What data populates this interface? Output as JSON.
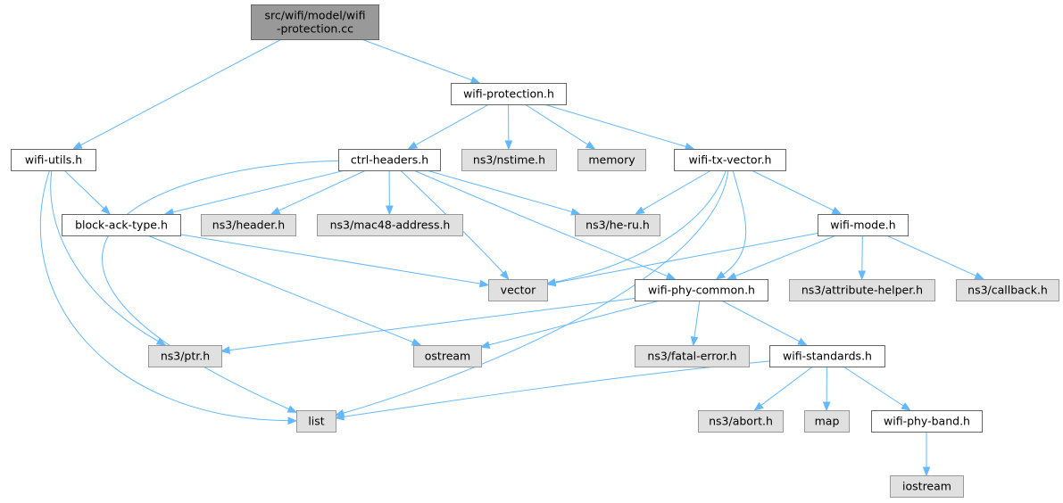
{
  "colors": {
    "edge": "#63b8ff",
    "root_fill": "#999999",
    "root_stroke": "#666666",
    "documented_fill": "#ffffff",
    "documented_stroke": "#666666",
    "external_fill": "#e0e0e0",
    "external_stroke": "#999999",
    "text": "#000000"
  },
  "nodes": [
    {
      "id": "root",
      "label": [
        "src/wifi/model/wifi",
        "-protection.cc"
      ],
      "style": "root"
    },
    {
      "id": "wifi_protection_h",
      "label": [
        "wifi-protection.h"
      ],
      "style": "documented"
    },
    {
      "id": "wifi_utils_h",
      "label": [
        "wifi-utils.h"
      ],
      "style": "documented"
    },
    {
      "id": "ctrl_headers_h",
      "label": [
        "ctrl-headers.h"
      ],
      "style": "documented"
    },
    {
      "id": "ns3_nstime_h",
      "label": [
        "ns3/nstime.h"
      ],
      "style": "external"
    },
    {
      "id": "memory",
      "label": [
        "memory"
      ],
      "style": "external"
    },
    {
      "id": "wifi_tx_vector_h",
      "label": [
        "wifi-tx-vector.h"
      ],
      "style": "documented"
    },
    {
      "id": "block_ack_type_h",
      "label": [
        "block-ack-type.h"
      ],
      "style": "documented"
    },
    {
      "id": "ns3_header_h",
      "label": [
        "ns3/header.h"
      ],
      "style": "external"
    },
    {
      "id": "ns3_mac48_address_h",
      "label": [
        "ns3/mac48-address.h"
      ],
      "style": "external"
    },
    {
      "id": "ns3_he_ru_h",
      "label": [
        "ns3/he-ru.h"
      ],
      "style": "external"
    },
    {
      "id": "wifi_mode_h",
      "label": [
        "wifi-mode.h"
      ],
      "style": "documented"
    },
    {
      "id": "vector",
      "label": [
        "vector"
      ],
      "style": "external"
    },
    {
      "id": "wifi_phy_common_h",
      "label": [
        "wifi-phy-common.h"
      ],
      "style": "documented"
    },
    {
      "id": "ns3_attribute_helper_h",
      "label": [
        "ns3/attribute-helper.h"
      ],
      "style": "external"
    },
    {
      "id": "ns3_callback_h",
      "label": [
        "ns3/callback.h"
      ],
      "style": "external"
    },
    {
      "id": "ns3_ptr_h",
      "label": [
        "ns3/ptr.h"
      ],
      "style": "external"
    },
    {
      "id": "ostream",
      "label": [
        "ostream"
      ],
      "style": "external"
    },
    {
      "id": "ns3_fatal_error_h",
      "label": [
        "ns3/fatal-error.h"
      ],
      "style": "external"
    },
    {
      "id": "wifi_standards_h",
      "label": [
        "wifi-standards.h"
      ],
      "style": "documented"
    },
    {
      "id": "list",
      "label": [
        "list"
      ],
      "style": "external"
    },
    {
      "id": "ns3_abort_h",
      "label": [
        "ns3/abort.h"
      ],
      "style": "external"
    },
    {
      "id": "map",
      "label": [
        "map"
      ],
      "style": "external"
    },
    {
      "id": "wifi_phy_band_h",
      "label": [
        "wifi-phy-band.h"
      ],
      "style": "documented"
    },
    {
      "id": "iostream",
      "label": [
        "iostream"
      ],
      "style": "external"
    }
  ],
  "edges": [
    [
      "root",
      "wifi_protection_h"
    ],
    [
      "root",
      "wifi_utils_h"
    ],
    [
      "wifi_protection_h",
      "ctrl_headers_h"
    ],
    [
      "wifi_protection_h",
      "ns3_nstime_h"
    ],
    [
      "wifi_protection_h",
      "memory"
    ],
    [
      "wifi_protection_h",
      "wifi_tx_vector_h"
    ],
    [
      "wifi_utils_h",
      "block_ack_type_h"
    ],
    [
      "wifi_utils_h",
      "ns3_ptr_h"
    ],
    [
      "wifi_utils_h",
      "list"
    ],
    [
      "ctrl_headers_h",
      "block_ack_type_h"
    ],
    [
      "ctrl_headers_h",
      "ns3_header_h"
    ],
    [
      "ctrl_headers_h",
      "ns3_mac48_address_h"
    ],
    [
      "ctrl_headers_h",
      "ns3_he_ru_h"
    ],
    [
      "ctrl_headers_h",
      "vector"
    ],
    [
      "ctrl_headers_h",
      "wifi_phy_common_h"
    ],
    [
      "ctrl_headers_h",
      "list"
    ],
    [
      "wifi_tx_vector_h",
      "ns3_he_ru_h"
    ],
    [
      "wifi_tx_vector_h",
      "wifi_mode_h"
    ],
    [
      "wifi_tx_vector_h",
      "vector"
    ],
    [
      "wifi_tx_vector_h",
      "wifi_phy_common_h"
    ],
    [
      "wifi_tx_vector_h",
      "list"
    ],
    [
      "block_ack_type_h",
      "vector"
    ],
    [
      "block_ack_type_h",
      "ostream"
    ],
    [
      "wifi_mode_h",
      "vector"
    ],
    [
      "wifi_mode_h",
      "wifi_phy_common_h"
    ],
    [
      "wifi_mode_h",
      "ns3_attribute_helper_h"
    ],
    [
      "wifi_mode_h",
      "ns3_callback_h"
    ],
    [
      "wifi_phy_common_h",
      "ns3_ptr_h"
    ],
    [
      "wifi_phy_common_h",
      "ostream"
    ],
    [
      "wifi_phy_common_h",
      "ns3_fatal_error_h"
    ],
    [
      "wifi_phy_common_h",
      "wifi_standards_h"
    ],
    [
      "wifi_standards_h",
      "list"
    ],
    [
      "wifi_standards_h",
      "ns3_abort_h"
    ],
    [
      "wifi_standards_h",
      "map"
    ],
    [
      "wifi_standards_h",
      "wifi_phy_band_h"
    ],
    [
      "wifi_phy_band_h",
      "iostream"
    ]
  ]
}
